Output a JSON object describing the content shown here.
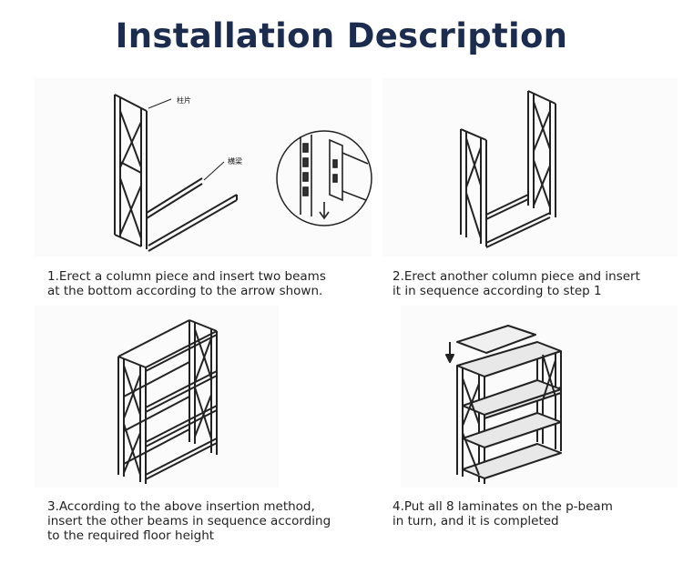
{
  "title": "Installation Description",
  "steps": [
    {
      "caption_lines": [
        "1.Erect a column piece and insert two beams",
        "at the bottom according to the arrow shown."
      ],
      "labels": {
        "column": "柱片",
        "beam": "横梁"
      }
    },
    {
      "caption_lines": [
        "2.Erect another column piece and insert",
        "it in sequence according to step 1"
      ]
    },
    {
      "caption_lines": [
        "3.According to the above insertion method,",
        "insert the other beams in sequence according",
        "to the required floor height"
      ]
    },
    {
      "caption_lines": [
        "4.Put all 8 laminates on the p-beam",
        "in turn, and it is completed"
      ]
    }
  ]
}
